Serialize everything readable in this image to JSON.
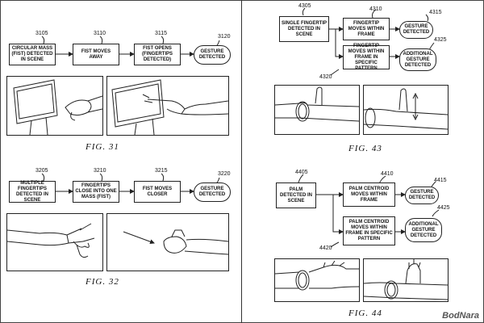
{
  "fig31": {
    "caption": "FIG.  31",
    "refs": [
      "3105",
      "3110",
      "3115",
      "3120"
    ],
    "boxes": [
      "CIRCULAR MASS (FIST) DETECTED IN SCENE",
      "FIST MOVES AWAY",
      "FIST OPENS (FINGERTIPS DETECTED)",
      "GESTURE DETECTED"
    ]
  },
  "fig32": {
    "caption": "FIG.  32",
    "refs": [
      "3205",
      "3210",
      "3215",
      "3220"
    ],
    "boxes": [
      "MULTIPLE FINGERTIPS DETECTED IN SCENE",
      "FINGERTIPS CLOSE INTO ONE MASS (FIST)",
      "FIST MOVES CLOSER",
      "GESTURE DETECTED"
    ]
  },
  "fig43": {
    "caption": "FIG.  43",
    "refs": [
      "4305",
      "4310",
      "4315",
      "4325",
      "4320"
    ],
    "boxes": [
      "SINGLE FINGERTIP DETECTED IN SCENE",
      "FINGERTIP MOVES WITHIN FRAME",
      "GESTURE DETECTED",
      "FINGERTIP MOVES WITHIN FRAME IN SPECIFIC PATTERN",
      "ADDITIONAL GESTURE DETECTED"
    ]
  },
  "fig44": {
    "caption": "FIG.  44",
    "refs": [
      "4405",
      "4410",
      "4415",
      "4425",
      "4420"
    ],
    "boxes": [
      "PALM DETECTED IN SCENE",
      "PALM CENTROID MOVES WITHIN FRAME",
      "GESTURE DETECTED",
      "PALM CENTROID MOVES WITHIN FRAME IN SPECIFIC PATTERN",
      "ADDITIONAL GESTURE DETECTED"
    ]
  },
  "watermark": "BodNara"
}
